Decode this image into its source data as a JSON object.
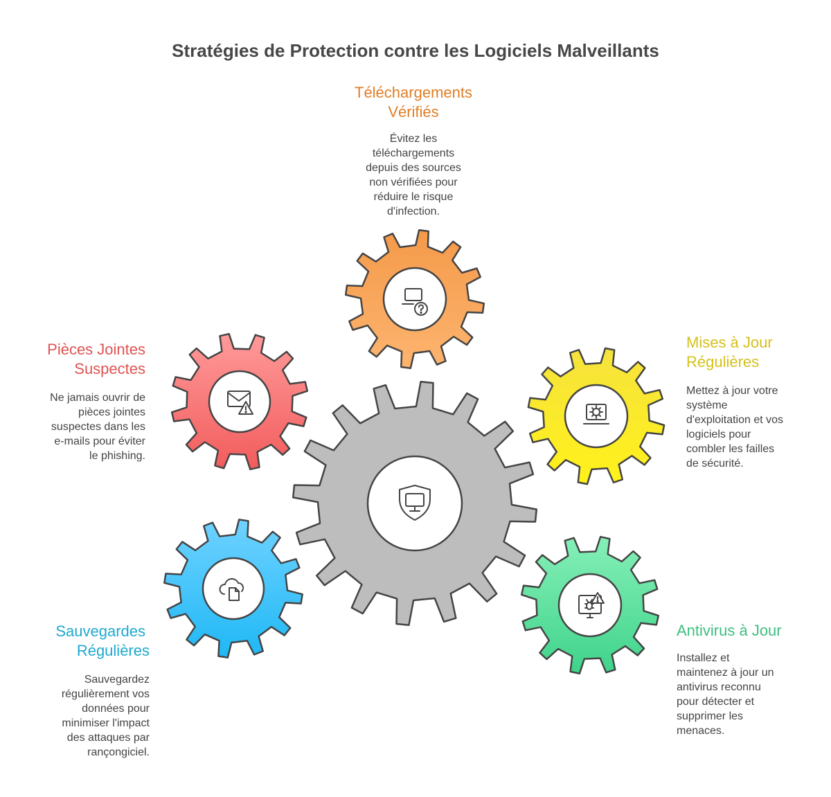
{
  "title": "Stratégies de Protection contre les Logiciels Malveillants",
  "colors": {
    "orange": "#f5953c",
    "red": "#f25f5f",
    "yellow": "#f2dc1e",
    "blue": "#1eb4f0",
    "green": "#4fd48f",
    "gray": "#bdbdbd",
    "outline": "#444444"
  },
  "center": {
    "icon": "shield-monitor-icon"
  },
  "items": [
    {
      "key": "downloads",
      "heading": [
        "Téléchargements",
        "Vérifiés"
      ],
      "description": [
        "Évitez les",
        "téléchargements",
        "depuis des sources",
        "non vérifiées pour",
        "réduire le risque",
        "d'infection."
      ],
      "color": "#e07e26",
      "icon": "laptop-question-icon"
    },
    {
      "key": "attachments",
      "heading": [
        "Pièces Jointes",
        "Suspectes"
      ],
      "description": [
        "Ne jamais ouvrir de",
        "pièces jointes",
        "suspectes dans les",
        "e-mails pour éviter",
        "le phishing."
      ],
      "color": "#e05252",
      "icon": "mail-warning-icon"
    },
    {
      "key": "updates",
      "heading": [
        "Mises à Jour",
        "Régulières"
      ],
      "description": [
        "Mettez à jour votre",
        "système",
        "d'exploitation et vos",
        "logiciels pour",
        "combler les failles",
        "de sécurité."
      ],
      "color": "#d4c11a",
      "icon": "laptop-gear-icon"
    },
    {
      "key": "backups",
      "heading": [
        "Sauvegardes",
        "Régulières"
      ],
      "description": [
        "Sauvegardez",
        "régulièrement vos",
        "données pour",
        "minimiser l'impact",
        "des attaques par",
        "rançongiciel."
      ],
      "color": "#1ea9cf",
      "icon": "cloud-file-icon"
    },
    {
      "key": "antivirus",
      "heading": [
        "Antivirus à Jour"
      ],
      "description": [
        "Installez et",
        "maintenez à jour un",
        "antivirus reconnu",
        "pour détecter et",
        "supprimer les",
        "menaces."
      ],
      "color": "#3cbf7f",
      "icon": "monitor-bug-warning-icon"
    }
  ]
}
